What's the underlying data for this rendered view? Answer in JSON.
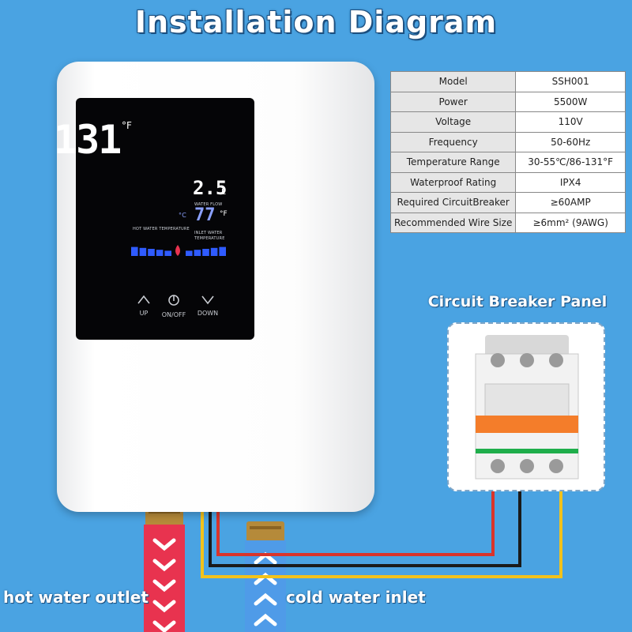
{
  "title": "Installation Diagram",
  "specs": [
    {
      "key": "Model",
      "value": "SSH001"
    },
    {
      "key": "Power",
      "value": "5500W"
    },
    {
      "key": "Voltage",
      "value": "110V"
    },
    {
      "key": "Frequency",
      "value": "50-60Hz"
    },
    {
      "key": "Temperature Range",
      "value": "30-55℃/86-131°F"
    },
    {
      "key": "Waterproof Rating",
      "value": "IPX4"
    },
    {
      "key": "Required CircuitBreaker",
      "value": "≥60AMP"
    },
    {
      "key": "Recommended Wire Size",
      "value": "≥6mm² (9AWG)"
    }
  ],
  "display": {
    "temperature": "131",
    "temp_unit_f": "°F",
    "temp_unit_c": "°C",
    "flow": "2.5",
    "flow_unit": "L",
    "flow_label": "WATER FLOW",
    "hot_water_label": "HOT WATER TEMPERATURE",
    "inlet_value": "77",
    "inlet_unit": "°F",
    "inlet_label_1": "INLET WATER",
    "inlet_label_2": "TEMPERATURE",
    "level_fraction": 0.5
  },
  "buttons": {
    "up_label": "UP",
    "onoff_label": "ON/OFF",
    "down_label": "DOWN",
    "up_icon": "chevron-up-icon",
    "power_icon": "power-icon",
    "down_icon": "chevron-down-icon"
  },
  "panel_title": "Circuit Breaker Panel",
  "labels": {
    "hot_outlet": "hot water outlet",
    "cold_inlet": "cold water inlet"
  },
  "colors": {
    "background": "#4aa3e2",
    "hot_pipe": "#e8334f",
    "cold_pipe": "#4f9be8",
    "wire_red": "#d9342b",
    "wire_black": "#1a1a1a",
    "wire_yellow": "#f2c21b",
    "breaker_orange": "#f47d2a",
    "breaker_green": "#1fae4b"
  }
}
